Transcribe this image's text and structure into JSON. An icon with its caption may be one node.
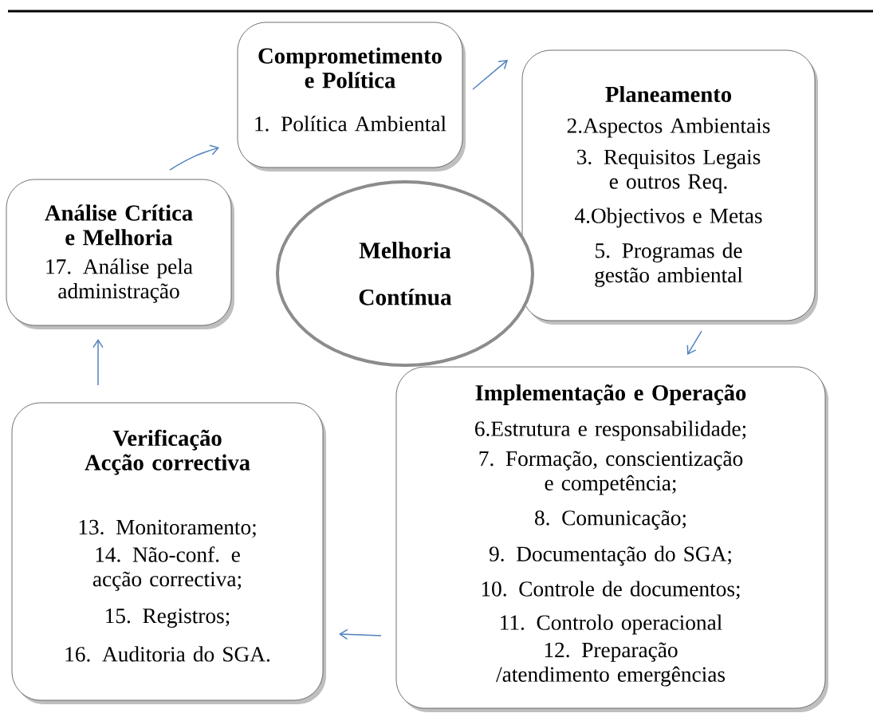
{
  "diagram": {
    "nodes": [
      {
        "text": [
          "Comprometimento e Política",
          "1. Política Ambiental"
        ]
      },
      {
        "text": [
          "Planeamento",
          "2.Aspectos Ambientais",
          "3. Requisitos Legais e outros Req.",
          "4.Objectivos e Metas",
          "5. Programas de gestão ambiental"
        ]
      },
      {
        "text": [
          "Implementação e Operação",
          "6.Estrutura e responsabilidade;",
          "7. Formação, conscientização e competência;",
          "8. Comunicação;",
          "9. Documentação do SGA;",
          "10. Controle de documentos;",
          "11. Controlo operacional",
          "12. Preparação /atendimento emergências"
        ]
      },
      {
        "text": [
          "Verificação Acção correctiva",
          "13. Monitoramento;",
          "14. Não-conf. e acção correctiva;",
          "15. Registros;",
          "16. Auditoria do SGA."
        ]
      },
      {
        "text": [
          "Análise Crítica e Melhoria",
          "17. Análise pela administração"
        ]
      },
      {
        "text": [
          "Melhoria Contínua"
        ]
      }
    ],
    "edges": [
      {
        "from": 4,
        "to": 0,
        "arrow": "to"
      },
      {
        "from": 0,
        "to": 1,
        "arrow": "to"
      },
      {
        "from": 1,
        "to": 2,
        "arrow": "to"
      },
      {
        "from": 2,
        "to": 3,
        "arrow": "to"
      },
      {
        "from": 3,
        "to": 4,
        "arrow": "to"
      }
    ]
  }
}
